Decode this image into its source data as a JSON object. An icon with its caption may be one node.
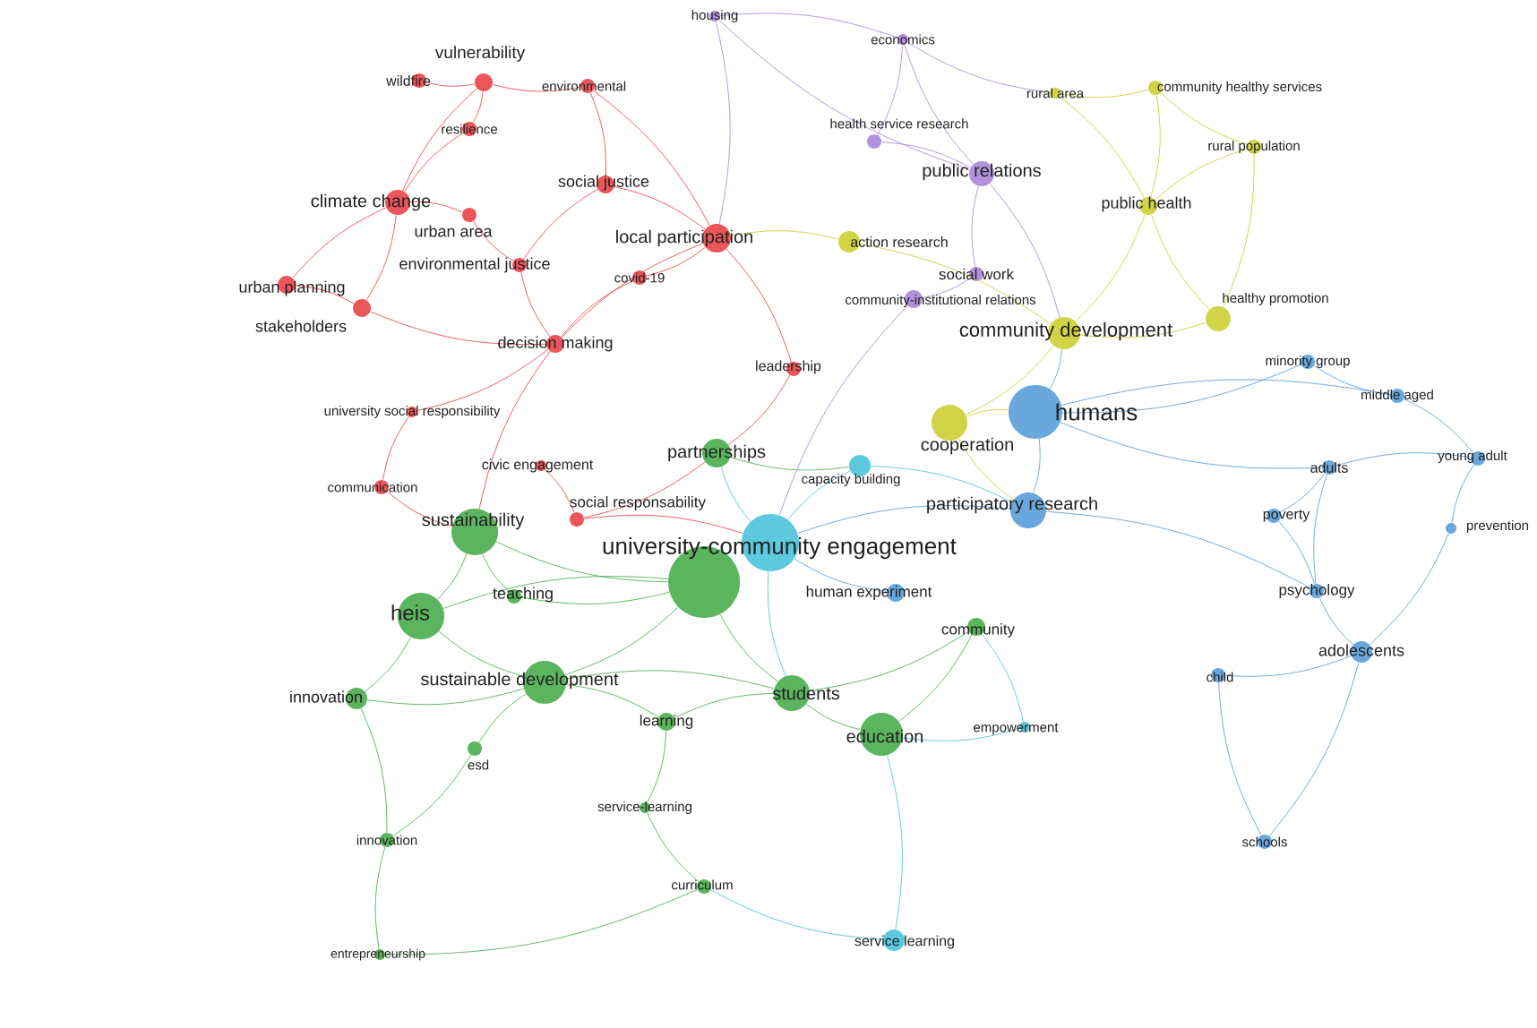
{
  "diagram": {
    "nodes": [
      {
        "text": [
          "vulnerability"
        ]
      },
      {
        "text": [
          "wildfire"
        ]
      },
      {
        "text": [
          "environmental"
        ]
      },
      {
        "text": [
          "resilience"
        ]
      },
      {
        "text": [
          "climate change"
        ]
      },
      {
        "text": [
          "urban area"
        ]
      },
      {
        "text": [
          "social justice"
        ]
      },
      {
        "text": [
          "local participation"
        ]
      },
      {
        "text": [
          "environmental justice"
        ]
      },
      {
        "text": [
          "covid-19"
        ]
      },
      {
        "text": [
          "urban planning"
        ]
      },
      {
        "text": [
          "stakeholders"
        ]
      },
      {
        "text": [
          "decision making"
        ]
      },
      {
        "text": [
          "leadership"
        ]
      },
      {
        "text": [
          "university social responsibility"
        ]
      },
      {
        "text": [
          "civic engagement"
        ]
      },
      {
        "text": [
          "communication"
        ]
      },
      {
        "text": [
          "social responsability"
        ]
      },
      {
        "text": [
          "housing"
        ]
      },
      {
        "text": [
          "economics"
        ]
      },
      {
        "text": [
          "health service research"
        ]
      },
      {
        "text": [
          "public relations"
        ]
      },
      {
        "text": [
          "social work"
        ]
      },
      {
        "text": [
          "community-institutional relations"
        ]
      },
      {
        "text": [
          "rural area"
        ]
      },
      {
        "text": [
          "community healthy services"
        ]
      },
      {
        "text": [
          "rural population"
        ]
      },
      {
        "text": [
          "public health"
        ]
      },
      {
        "text": [
          "action research"
        ]
      },
      {
        "text": [
          "community development"
        ]
      },
      {
        "text": [
          "healthy promotion"
        ]
      },
      {
        "text": [
          "cooperation"
        ]
      },
      {
        "text": [
          "humans"
        ]
      },
      {
        "text": [
          "minority group"
        ]
      },
      {
        "text": [
          "middle aged"
        ]
      },
      {
        "text": [
          "young adult"
        ]
      },
      {
        "text": [
          "adults"
        ]
      },
      {
        "text": [
          "participatory research"
        ]
      },
      {
        "text": [
          "poverty"
        ]
      },
      {
        "text": [
          "prevention"
        ]
      },
      {
        "text": [
          "psychology"
        ]
      },
      {
        "text": [
          "adolescents"
        ]
      },
      {
        "text": [
          "child"
        ]
      },
      {
        "text": [
          "human experiment"
        ]
      },
      {
        "text": [
          "schools"
        ]
      },
      {
        "text": [
          "capacity building"
        ]
      },
      {
        "text": [
          "university-community engagement"
        ]
      },
      {
        "text": [
          "empowerment"
        ]
      },
      {
        "text": [
          "service learning"
        ]
      },
      {
        "text": [
          "partnerships"
        ]
      },
      {
        "text": [
          "sustainability"
        ]
      },
      {
        "text": [
          "heis"
        ]
      },
      {
        "text": [
          "teaching"
        ]
      },
      {
        "text": [],
        "shape": "circle"
      },
      {
        "text": [
          "community"
        ]
      },
      {
        "text": [
          "sustainable development"
        ]
      },
      {
        "text": [
          "innovation"
        ]
      },
      {
        "text": [
          "students"
        ]
      },
      {
        "text": [
          "education"
        ]
      },
      {
        "text": [
          "learning"
        ]
      },
      {
        "text": [
          "esd"
        ]
      },
      {
        "text": [
          "innovation"
        ]
      },
      {
        "text": [
          "service-learning"
        ]
      },
      {
        "text": [
          "curriculum"
        ]
      },
      {
        "text": [
          "entrepreneurship"
        ]
      }
    ],
    "edges": [
      {
        "from": 0,
        "to": 1,
        "arrow": "none",
        "color": "#e8383d"
      },
      {
        "from": 0,
        "to": 2,
        "arrow": "none",
        "color": "#e8383d"
      },
      {
        "from": 0,
        "to": 3,
        "arrow": "none",
        "color": "#e8383d"
      },
      {
        "from": 0,
        "to": 4,
        "arrow": "none",
        "color": "#e8383d"
      },
      {
        "from": 2,
        "to": 6,
        "arrow": "none",
        "color": "#e8383d"
      },
      {
        "from": 3,
        "to": 4,
        "arrow": "none",
        "color": "#e8383d"
      },
      {
        "from": 4,
        "to": 5,
        "arrow": "none",
        "color": "#e8383d"
      },
      {
        "from": 4,
        "to": 10,
        "arrow": "none",
        "color": "#e8383d"
      },
      {
        "from": 4,
        "to": 11,
        "arrow": "none",
        "color": "#e8383d"
      },
      {
        "from": 5,
        "to": 8,
        "arrow": "none",
        "color": "#e8383d"
      },
      {
        "from": 6,
        "to": 7,
        "arrow": "none",
        "color": "#e8383d"
      },
      {
        "from": 6,
        "to": 8,
        "arrow": "none",
        "color": "#e8383d"
      },
      {
        "from": 7,
        "to": 9,
        "arrow": "none",
        "color": "#e8383d"
      },
      {
        "from": 7,
        "to": 12,
        "arrow": "none",
        "color": "#e8383d"
      },
      {
        "from": 7,
        "to": 13,
        "arrow": "none",
        "color": "#e8383d"
      },
      {
        "from": 8,
        "to": 12,
        "arrow": "none",
        "color": "#e8383d"
      },
      {
        "from": 10,
        "to": 11,
        "arrow": "none",
        "color": "#e8383d"
      },
      {
        "from": 11,
        "to": 12,
        "arrow": "none",
        "color": "#e8383d"
      },
      {
        "from": 12,
        "to": 14,
        "arrow": "none",
        "color": "#e8383d"
      },
      {
        "from": 14,
        "to": 16,
        "arrow": "none",
        "color": "#e8383d"
      },
      {
        "from": 15,
        "to": 17,
        "arrow": "none",
        "color": "#e8383d"
      },
      {
        "from": 16,
        "to": 50,
        "arrow": "none",
        "color": "#e8383d"
      },
      {
        "from": 17,
        "to": 46,
        "arrow": "none",
        "color": "#e8383d"
      },
      {
        "from": 17,
        "to": 49,
        "arrow": "none",
        "color": "#e8383d"
      },
      {
        "from": 13,
        "to": 49,
        "arrow": "none",
        "color": "#e8383d"
      },
      {
        "from": 12,
        "to": 50,
        "arrow": "none",
        "color": "#e8383d"
      },
      {
        "from": 2,
        "to": 7,
        "arrow": "none",
        "color": "#e8383d"
      },
      {
        "from": 9,
        "to": 12,
        "arrow": "none",
        "color": "#e8383d"
      },
      {
        "from": 18,
        "to": 19,
        "arrow": "none",
        "color": "#a57fd6"
      },
      {
        "from": 18,
        "to": 21,
        "arrow": "none",
        "color": "#a57fd6"
      },
      {
        "from": 19,
        "to": 20,
        "arrow": "none",
        "color": "#a57fd6"
      },
      {
        "from": 19,
        "to": 21,
        "arrow": "none",
        "color": "#a57fd6"
      },
      {
        "from": 20,
        "to": 21,
        "arrow": "none",
        "color": "#a57fd6"
      },
      {
        "from": 21,
        "to": 22,
        "arrow": "none",
        "color": "#a57fd6"
      },
      {
        "from": 22,
        "to": 23,
        "arrow": "none",
        "color": "#a57fd6"
      },
      {
        "from": 23,
        "to": 46,
        "arrow": "none",
        "color": "#a57fd6"
      },
      {
        "from": 21,
        "to": 29,
        "arrow": "none",
        "color": "#a57fd6"
      },
      {
        "from": 19,
        "to": 24,
        "arrow": "none",
        "color": "#a57fd6"
      },
      {
        "from": 18,
        "to": 7,
        "arrow": "none",
        "color": "#a57fd6"
      },
      {
        "from": 24,
        "to": 25,
        "arrow": "none",
        "color": "#c9cc26"
      },
      {
        "from": 24,
        "to": 27,
        "arrow": "none",
        "color": "#c9cc26"
      },
      {
        "from": 25,
        "to": 26,
        "arrow": "none",
        "color": "#c9cc26"
      },
      {
        "from": 25,
        "to": 27,
        "arrow": "none",
        "color": "#c9cc26"
      },
      {
        "from": 26,
        "to": 27,
        "arrow": "none",
        "color": "#c9cc26"
      },
      {
        "from": 27,
        "to": 29,
        "arrow": "none",
        "color": "#c9cc26"
      },
      {
        "from": 27,
        "to": 30,
        "arrow": "none",
        "color": "#c9cc26"
      },
      {
        "from": 28,
        "to": 29,
        "arrow": "none",
        "color": "#c9cc26"
      },
      {
        "from": 28,
        "to": 7,
        "arrow": "none",
        "color": "#c9cc26"
      },
      {
        "from": 29,
        "to": 31,
        "arrow": "none",
        "color": "#c9cc26"
      },
      {
        "from": 29,
        "to": 30,
        "arrow": "none",
        "color": "#c9cc26"
      },
      {
        "from": 31,
        "to": 32,
        "arrow": "none",
        "color": "#c9cc26"
      },
      {
        "from": 31,
        "to": 37,
        "arrow": "none",
        "color": "#c9cc26"
      },
      {
        "from": 26,
        "to": 30,
        "arrow": "none",
        "color": "#c9cc26"
      },
      {
        "from": 32,
        "to": 33,
        "arrow": "none",
        "color": "#4f97d6"
      },
      {
        "from": 32,
        "to": 34,
        "arrow": "none",
        "color": "#4f97d6"
      },
      {
        "from": 32,
        "to": 36,
        "arrow": "none",
        "color": "#4f97d6"
      },
      {
        "from": 32,
        "to": 37,
        "arrow": "none",
        "color": "#4f97d6"
      },
      {
        "from": 33,
        "to": 34,
        "arrow": "none",
        "color": "#4f97d6"
      },
      {
        "from": 34,
        "to": 35,
        "arrow": "none",
        "color": "#4f97d6"
      },
      {
        "from": 35,
        "to": 36,
        "arrow": "none",
        "color": "#4f97d6"
      },
      {
        "from": 36,
        "to": 38,
        "arrow": "none",
        "color": "#4f97d6"
      },
      {
        "from": 35,
        "to": 39,
        "arrow": "none",
        "color": "#4f97d6"
      },
      {
        "from": 38,
        "to": 40,
        "arrow": "none",
        "color": "#4f97d6"
      },
      {
        "from": 40,
        "to": 41,
        "arrow": "none",
        "color": "#4f97d6"
      },
      {
        "from": 41,
        "to": 42,
        "arrow": "none",
        "color": "#4f97d6"
      },
      {
        "from": 42,
        "to": 44,
        "arrow": "none",
        "color": "#4f97d6"
      },
      {
        "from": 41,
        "to": 44,
        "arrow": "none",
        "color": "#4f97d6"
      },
      {
        "from": 37,
        "to": 46,
        "arrow": "none",
        "color": "#4f97d6"
      },
      {
        "from": 43,
        "to": 46,
        "arrow": "none",
        "color": "#4f97d6"
      },
      {
        "from": 32,
        "to": 29,
        "arrow": "none",
        "color": "#4f97d6"
      },
      {
        "from": 39,
        "to": 41,
        "arrow": "none",
        "color": "#4f97d6"
      },
      {
        "from": 36,
        "to": 40,
        "arrow": "none",
        "color": "#4f97d6"
      },
      {
        "from": 37,
        "to": 40,
        "arrow": "none",
        "color": "#4f97d6"
      },
      {
        "from": 45,
        "to": 46,
        "arrow": "none",
        "color": "#3fc0d8"
      },
      {
        "from": 46,
        "to": 49,
        "arrow": "none",
        "color": "#3fc0d8"
      },
      {
        "from": 46,
        "to": 57,
        "arrow": "none",
        "color": "#3fc0d8"
      },
      {
        "from": 47,
        "to": 58,
        "arrow": "none",
        "color": "#3fc0d8"
      },
      {
        "from": 48,
        "to": 58,
        "arrow": "none",
        "color": "#3fc0d8"
      },
      {
        "from": 48,
        "to": 63,
        "arrow": "none",
        "color": "#3fc0d8"
      },
      {
        "from": 47,
        "to": 54,
        "arrow": "none",
        "color": "#3fc0d8"
      },
      {
        "from": 45,
        "to": 37,
        "arrow": "none",
        "color": "#3fc0d8"
      },
      {
        "from": 49,
        "to": 45,
        "arrow": "none",
        "color": "#3ea842"
      },
      {
        "from": 50,
        "to": 51,
        "arrow": "none",
        "color": "#3ea842"
      },
      {
        "from": 50,
        "to": 52,
        "arrow": "none",
        "color": "#3ea842"
      },
      {
        "from": 51,
        "to": 53,
        "arrow": "none",
        "color": "#3ea842"
      },
      {
        "from": 51,
        "to": 55,
        "arrow": "none",
        "color": "#3ea842"
      },
      {
        "from": 51,
        "to": 56,
        "arrow": "none",
        "color": "#3ea842"
      },
      {
        "from": 52,
        "to": 53,
        "arrow": "none",
        "color": "#3ea842"
      },
      {
        "from": 53,
        "to": 55,
        "arrow": "none",
        "color": "#3ea842"
      },
      {
        "from": 53,
        "to": 57,
        "arrow": "none",
        "color": "#3ea842"
      },
      {
        "from": 55,
        "to": 57,
        "arrow": "none",
        "color": "#3ea842"
      },
      {
        "from": 57,
        "to": 58,
        "arrow": "none",
        "color": "#3ea842"
      },
      {
        "from": 55,
        "to": 59,
        "arrow": "none",
        "color": "#3ea842"
      },
      {
        "from": 55,
        "to": 60,
        "arrow": "none",
        "color": "#3ea842"
      },
      {
        "from": 56,
        "to": 61,
        "arrow": "none",
        "color": "#3ea842"
      },
      {
        "from": 61,
        "to": 64,
        "arrow": "none",
        "color": "#3ea842"
      },
      {
        "from": 59,
        "to": 62,
        "arrow": "none",
        "color": "#3ea842"
      },
      {
        "from": 62,
        "to": 63,
        "arrow": "none",
        "color": "#3ea842"
      },
      {
        "from": 63,
        "to": 64,
        "arrow": "none",
        "color": "#3ea842"
      },
      {
        "from": 58,
        "to": 54,
        "arrow": "none",
        "color": "#3ea842"
      },
      {
        "from": 53,
        "to": 50,
        "arrow": "none",
        "color": "#3ea842"
      },
      {
        "from": 56,
        "to": 55,
        "arrow": "none",
        "color": "#3ea842"
      },
      {
        "from": 60,
        "to": 61,
        "arrow": "none",
        "color": "#3ea842"
      },
      {
        "from": 57,
        "to": 59,
        "arrow": "none",
        "color": "#3ea842"
      },
      {
        "from": 54,
        "to": 57,
        "arrow": "none",
        "color": "#3ea842"
      }
    ]
  }
}
